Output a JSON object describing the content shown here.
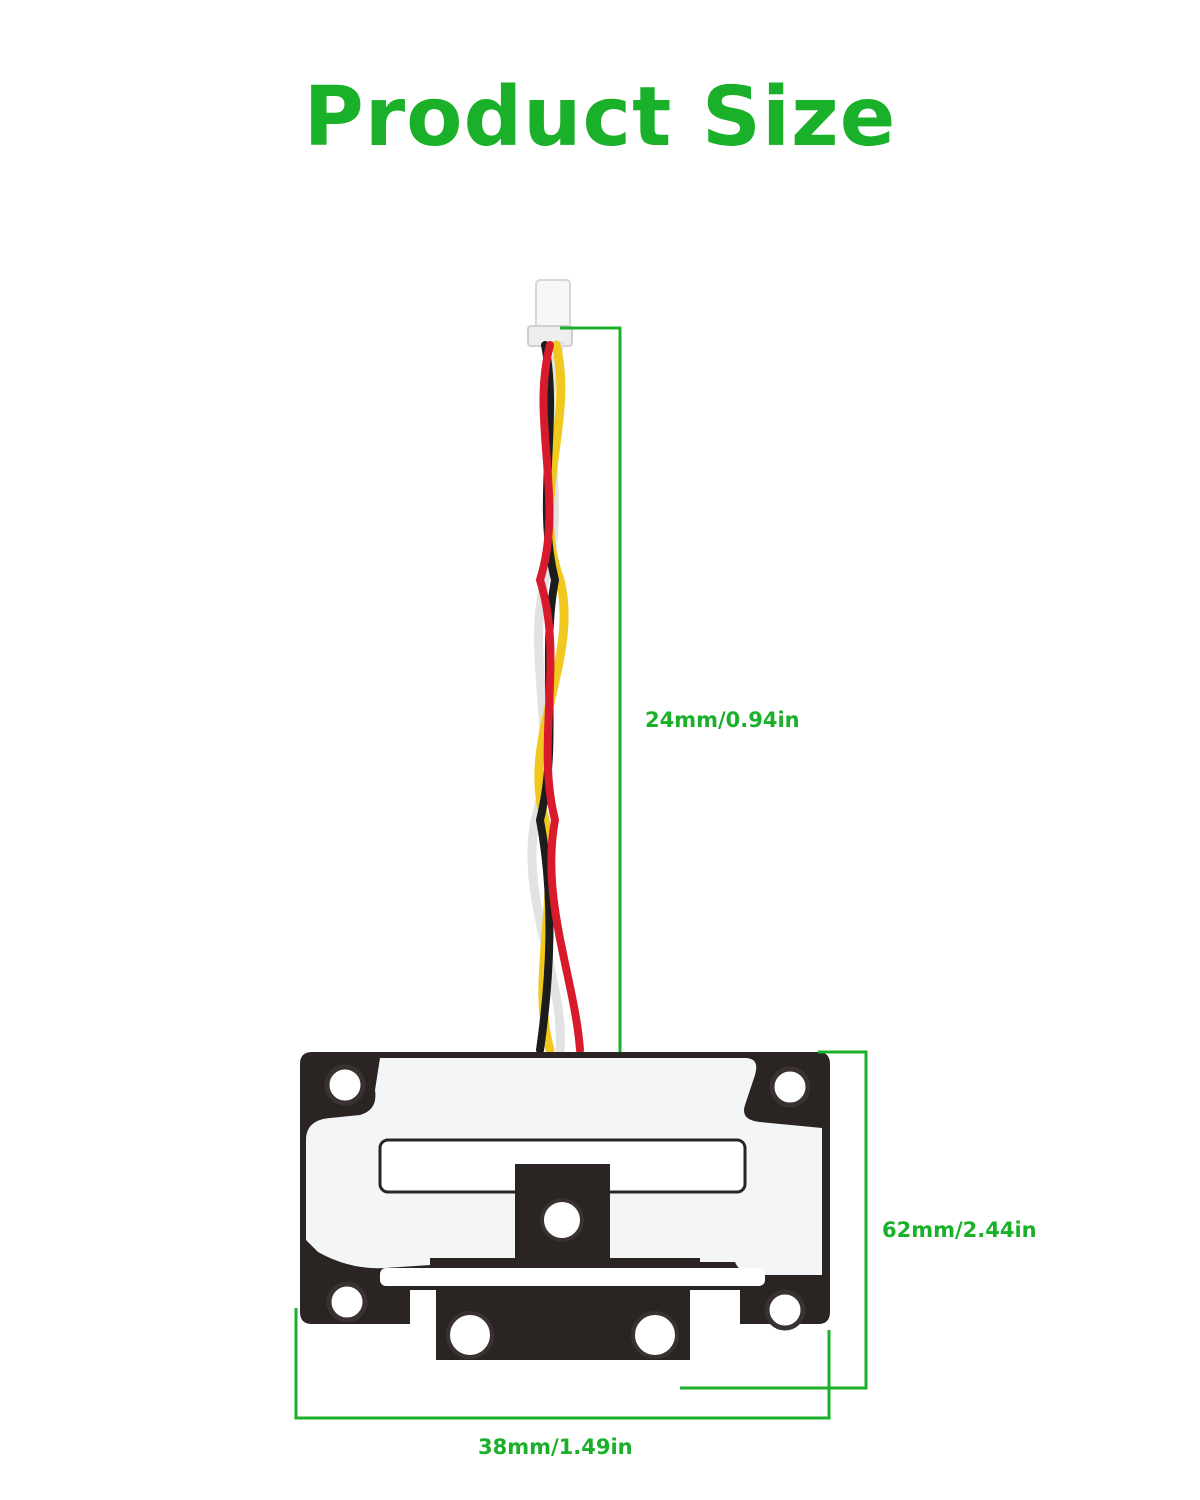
{
  "header": {
    "title": "Product Size"
  },
  "dimensions": {
    "cable_length": "24mm/0.94in",
    "height": "62mm/2.44in",
    "width": "38mm/1.49in"
  },
  "colors": {
    "accent": "#1ab02a",
    "plate": "#2a2422",
    "coating": "#f4f5f7",
    "wire_red": "#d81b2c",
    "wire_black": "#1c1c1c",
    "wire_yellow": "#f0c81e",
    "wire_white": "#f2f2f2"
  }
}
